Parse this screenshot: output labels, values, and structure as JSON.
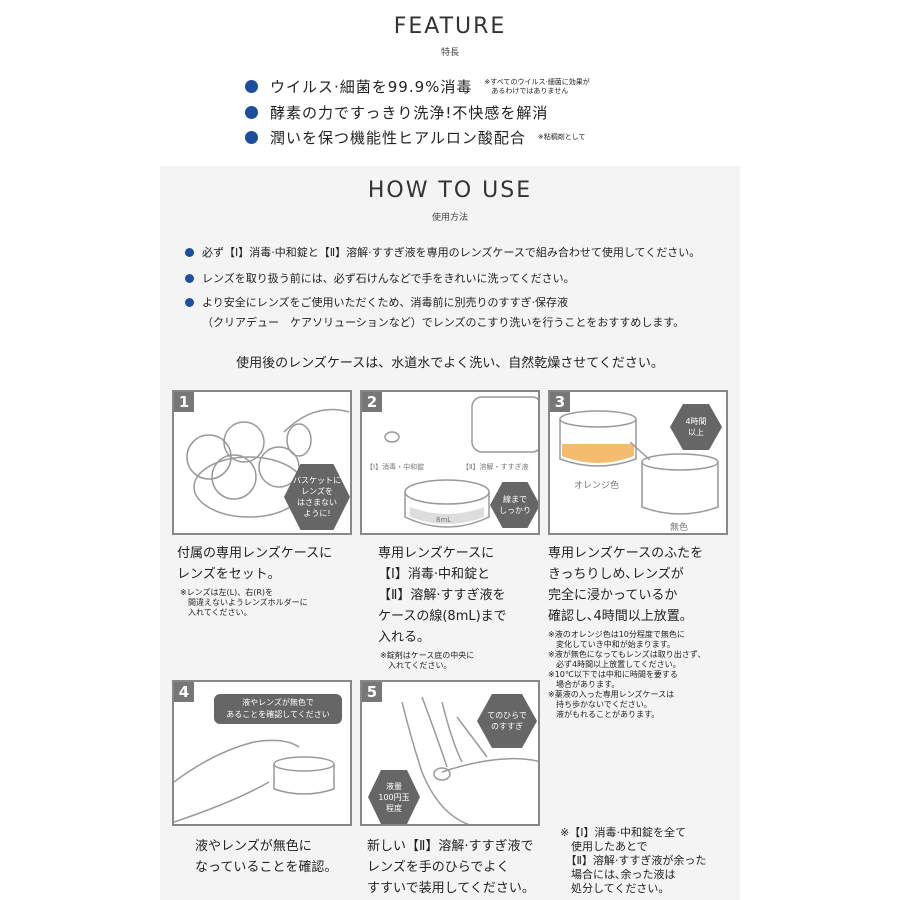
{
  "feature": {
    "title": "FEATURE",
    "subtitle": "特長",
    "items": [
      {
        "text": "ウイルス·細菌を99.9%消毒",
        "note": "※すべてのウイルス·細菌に効果が\n　あるわけではありません"
      },
      {
        "text": "酵素の力ですっきり洗浄!不快感を解消",
        "note": ""
      },
      {
        "text": "潤いを保つ機能性ヒアルロン酸配合",
        "note": "※粘稠剤として"
      }
    ]
  },
  "how_to_use": {
    "title": "HOW TO USE",
    "subtitle": "使用方法",
    "bullets": [
      "必ず【Ⅰ】消毒·中和錠と【Ⅱ】溶解·すすぎ液を専用のレンズケースで組み合わせて使用してください。",
      "レンズを取り扱う前には、必ず石けんなどで手をきれいに洗ってください。",
      "より安全にレンズをご使用いただくため、消毒前に別売りのすすぎ·保存液\n（クリアデュー　ケアソリューションなど）でレンズのこすり洗いを行うことをおすすめします。"
    ],
    "after_use": "使用後のレンズケースは、水道水でよく洗い、自然乾燥させてください。"
  },
  "steps": [
    {
      "number": "1",
      "badge": "バスケットに\nレンズを\nはさまない\nように!",
      "main": "付属の専用レンズケースに\nレンズをセット。",
      "note": "※レンズは左(L)、右(R)を\n　間違えないようレンズホルダーに\n　入れてください。"
    },
    {
      "number": "2",
      "label_left": "【Ⅰ】消毒・中和錠",
      "label_right": "【Ⅱ】溶解・すすぎ液",
      "line_label": "8mL",
      "badge": "線まで\nしっかり",
      "main": "専用レンズケースに\n【Ⅰ】消毒·中和錠と\n【Ⅱ】溶解·すすぎ液を\nケースの線(8mL)まで\n入れる。",
      "note": "※錠剤はケース底の中央に\n　入れてください。"
    },
    {
      "number": "3",
      "badge": "4時間\n以上",
      "label_orange": "オレンジ色",
      "label_clear": "無色",
      "main": "専用レンズケースのふたを\nきっちりしめ､レンズが\n完全に浸かっているか\n確認し､4時間以上放置。",
      "note": "※液のオレンジ色は10分程度で無色に\n　変化していき中和が始まります。\n※液が無色になってもレンズは取り出さず､\n　必ず4時間以上放置してください。\n※10℃以下では中和に時間を要する\n　場合があります。\n※薬液の入った専用レンズケースは\n　持ち歩かないでください。\n　液がもれることがあります。"
    },
    {
      "number": "4",
      "bubble": "液やレンズが無色で\nあることを確認してください",
      "main": "液やレンズが無色に\nなっていることを確認。"
    },
    {
      "number": "5",
      "badge": "てのひらで\nのすすぎ",
      "badge2": "液量\n100円玉\n程度",
      "main": "新しい【Ⅱ】溶解·すすぎ液で\nレンズを手のひらでよく\nすすいで装用してください。"
    }
  ],
  "final_note": "※【Ⅰ】消毒·中和錠を全て\n　使用したあとで\n　【Ⅱ】溶解·すすぎ液が余った\n　場合には､余った液は\n　処分してください。",
  "colors": {
    "bullet": "#1d4e9e",
    "panel": "#f4f4f4",
    "orange": "#f0a030"
  }
}
